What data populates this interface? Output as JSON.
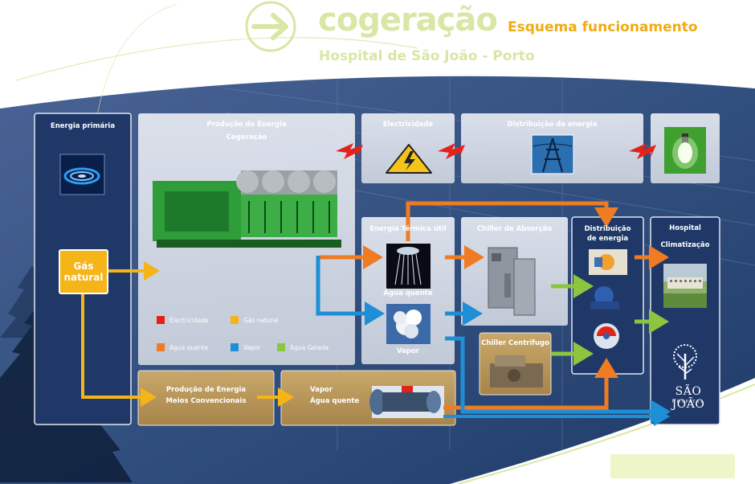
{
  "header": {
    "title": "cogeração",
    "subtitle": "Esquema funcionamento",
    "hospital": "Hospital de São João - Porto"
  },
  "boxes": {
    "primary_energy": "Energia primária",
    "gas": "Gás natural",
    "cogeneration_line1": "Produção de Energia",
    "cogeneration_line2": "Cogeração",
    "electricity": "Electricidade",
    "distribution_top": "Distribuição de energia",
    "thermal": "Energia Térmica útil",
    "hot_water": "Água quente",
    "steam": "Vapor",
    "absorption_chiller": "Chiller de Absorção",
    "centrifugal_chiller": "Chiller Centrífugo",
    "distribution_right_line1": "Distribuição",
    "distribution_right_line2": "de energia",
    "hospital_line1": "Hospital",
    "hospital_line2": "Climatização",
    "conventional_line1": "Produção de Energia",
    "conventional_line2": "Meios Convencionais",
    "steam_water_line1": "Vapor",
    "steam_water_line2": "Água quente"
  },
  "legend": [
    {
      "label": "Electricidade",
      "color": "#e32219"
    },
    {
      "label": "Gás natural",
      "color": "#f5b417"
    },
    {
      "label": "Água quente",
      "color": "#ef7b22"
    },
    {
      "label": "Vapor",
      "color": "#1e8fd6"
    },
    {
      "label": "Água Gelada",
      "color": "#8cc63f"
    }
  ],
  "logo": {
    "name": "SÃO JOÃO",
    "subtitle": "HOSPITAL"
  },
  "colors": {
    "panel_dark": "#1f3868",
    "panel_light": "#e3e6ee",
    "panel_tan": "#b99658",
    "header_green": "#d7e7a4",
    "header_orange": "#f0ac10"
  }
}
